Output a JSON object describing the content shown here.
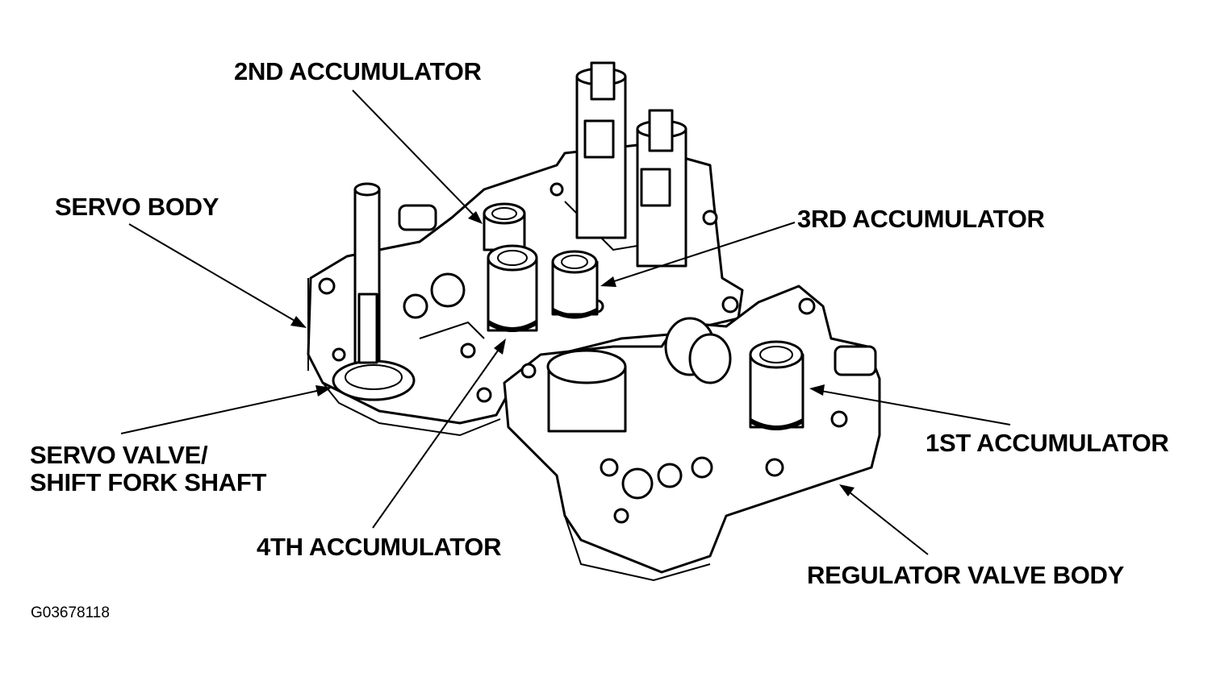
{
  "labels": {
    "second_accumulator": "2ND ACCUMULATOR",
    "servo_body": "SERVO BODY",
    "third_accumulator": "3RD ACCUMULATOR",
    "servo_valve_line1": "SERVO VALVE/",
    "servo_valve_line2": "SHIFT FORK SHAFT",
    "first_accumulator": "1ST ACCUMULATOR",
    "fourth_accumulator": "4TH ACCUMULATOR",
    "regulator_valve_body": "REGULATOR VALVE BODY"
  },
  "figure_id": "G03678118",
  "colors": {
    "ink": "#000000",
    "paper": "#ffffff"
  }
}
